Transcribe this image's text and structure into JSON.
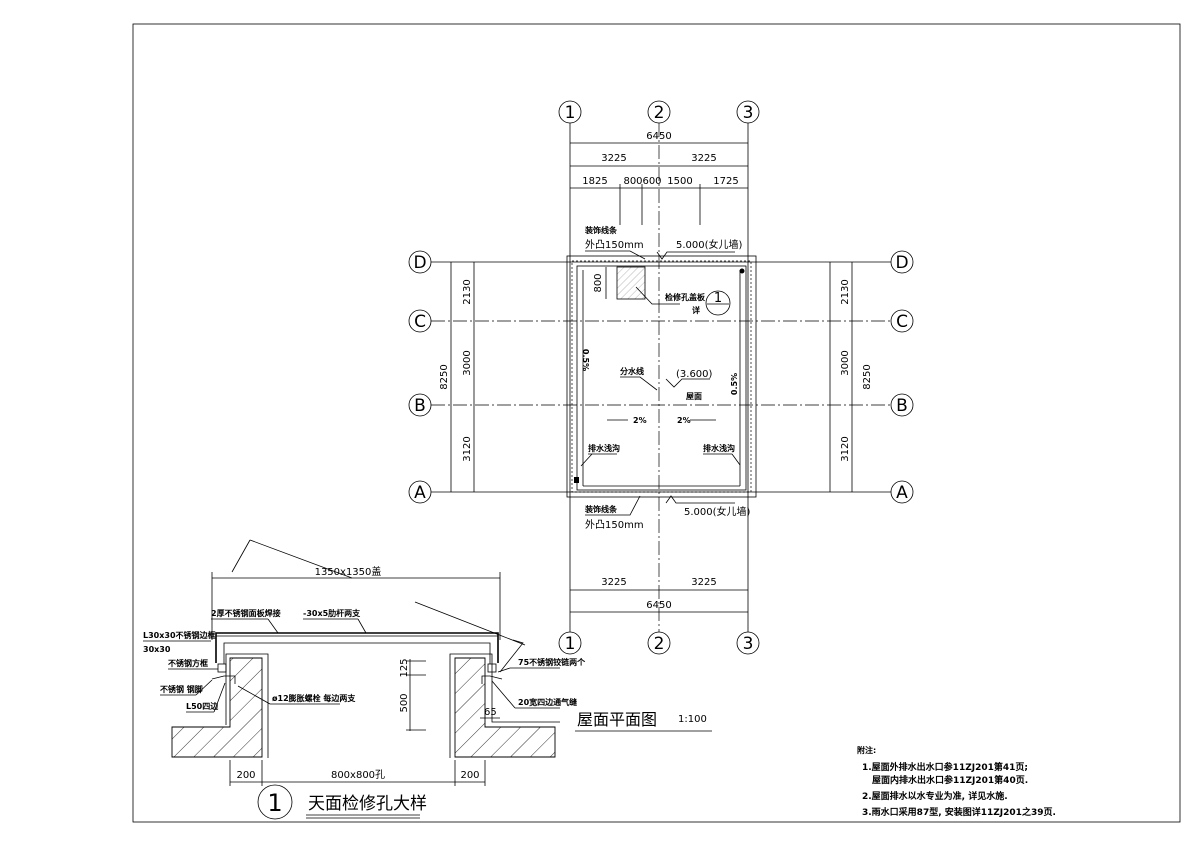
{
  "plan": {
    "title": "屋面平面图",
    "scale": "1:100",
    "axes_columns": [
      "1",
      "2",
      "3"
    ],
    "axes_rows": [
      "D",
      "C",
      "B",
      "A"
    ],
    "dims_top": {
      "total": "6450",
      "halves": [
        "3225",
        "3225"
      ],
      "parts": [
        "1825",
        "800",
        "600",
        "1500",
        "1725"
      ]
    },
    "dims_bottom": {
      "total": "6450",
      "halves": [
        "3225",
        "3225"
      ]
    },
    "dims_side": {
      "total": "8250",
      "parts": [
        "2130",
        "3000",
        "3120"
      ]
    },
    "dim_800": "800",
    "labels": {
      "decor_line": "装饰线条",
      "decor_proj": "外凸150mm",
      "parapet_elev": "5.000(女儿墙)",
      "hatch_cover": "检修孔盖板",
      "detail_ref": "详",
      "detail_no": "1",
      "divide_line": "分水线",
      "roof_elev": "(3.600)",
      "roof": "屋面",
      "slope_left": "2%",
      "slope_right": "2%",
      "slope_side": "0.5%",
      "gutter": "排水浅沟"
    }
  },
  "detail": {
    "title": "天面检修孔大样",
    "number": "1",
    "cover_size": "1350x1350盖",
    "labels": {
      "plate": "2厚不锈钢面板焊接",
      "rib": "-30x5肋杆两支",
      "edge_frame": "L30x30不锈钢边框",
      "edge_size": "30x30",
      "square_frame": "不锈钢方框",
      "angle": "不锈钢 钢脚",
      "l50": "L50四边",
      "bolt": "ø12膨胀螺栓 每边两支",
      "hinge": "75不锈钢铰链两个",
      "vent": "20宽四边通气缝"
    },
    "dims": {
      "d125": "125",
      "d500": "500",
      "d65": "65",
      "w200a": "200",
      "hole": "800x800孔",
      "w200b": "200"
    }
  },
  "notes": {
    "heading": "附注:",
    "items": [
      "1.屋面外排水出水口参11ZJ201第41页;",
      "屋面内排水出水口参11ZJ201第40页.",
      "2.屋面排水以水专业为准, 详见水施.",
      "3.雨水口采用87型, 安装图详11ZJ201之39页."
    ]
  }
}
